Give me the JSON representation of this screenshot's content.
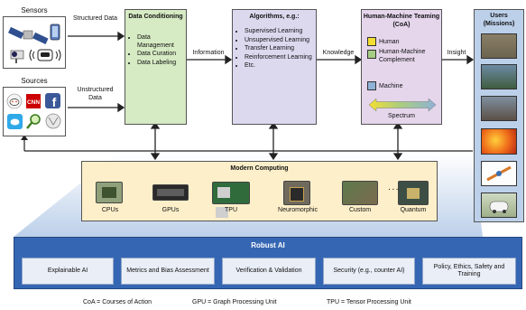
{
  "colors": {
    "conditioning_fill": "#d6eac3",
    "algorithms_fill": "#dcd9ef",
    "hmt_fill": "#e5d6ec",
    "users_fill": "#bcd0ea",
    "computing_fill": "#fdefc9",
    "robust_fill": "#3566b3",
    "human_swatch": "#f3df33",
    "human_machine_swatch": "#a7cc84",
    "machine_swatch": "#8fb2d6"
  },
  "sensors": {
    "title": "Sensors",
    "icons": [
      "satellite-icon",
      "smartphone-icon",
      "camera-icon",
      "car-wireless-icon"
    ]
  },
  "sources": {
    "title": "Sources",
    "icons": [
      "reddit-icon",
      "cnn-icon",
      "facebook-icon",
      "twitter-icon",
      "search-icon",
      "wikipedia-icon"
    ],
    "cnn_text": "CNN"
  },
  "arrows": {
    "structured": "Structured Data",
    "unstructured": "Unstructured Data",
    "information": "Information",
    "knowledge": "Knowledge",
    "insight": "Insight"
  },
  "data_conditioning": {
    "title": "Data Conditioning",
    "items": [
      "Data Management",
      "Data Curation",
      "Data Labeling"
    ]
  },
  "algorithms": {
    "title": "Algorithms, e.g.:",
    "items": [
      "Supervised Learning",
      "Unsupervised Learning",
      "Transfer Learning",
      "Reinforcement Learning",
      "Etc."
    ]
  },
  "hmt": {
    "title": "Human-Machine Teaming (CoA)",
    "legend": [
      "Human",
      "Human-Machine Complement",
      "Machine"
    ],
    "spectrum": "Spectrum"
  },
  "users": {
    "title": "Users (Missions)",
    "images": [
      "soldiers-photo",
      "analysts-photo",
      "operations-center-photo",
      "heatmap-image",
      "medical-device-photo",
      "self-driving-car-photo"
    ]
  },
  "modern_computing": {
    "title": "Modern Computing",
    "items": [
      {
        "label": "CPUs",
        "icon": "cpu-icon"
      },
      {
        "label": "GPUs",
        "icon": "gpu-icon"
      },
      {
        "label": "TPU",
        "icon": "tpu-icon"
      },
      {
        "label": "Neuromorphic",
        "icon": "neuromorphic-chip-icon"
      },
      {
        "label": "Custom",
        "icon": "custom-board-icon"
      },
      {
        "label": "Quantum",
        "icon": "quantum-chip-icon"
      }
    ],
    "ellipsis": "· · ·"
  },
  "robust_ai": {
    "title": "Robust AI",
    "items": [
      "Explainable AI",
      "Metrics and Bias Assessment",
      "Verification & Validation",
      "Security (e.g., counter AI)",
      "Policy, Ethics, Safety and Training"
    ]
  },
  "footnotes": [
    "CoA = Courses of Action",
    "GPU = Graph Processing Unit",
    "TPU = Tensor Processing Unit"
  ]
}
